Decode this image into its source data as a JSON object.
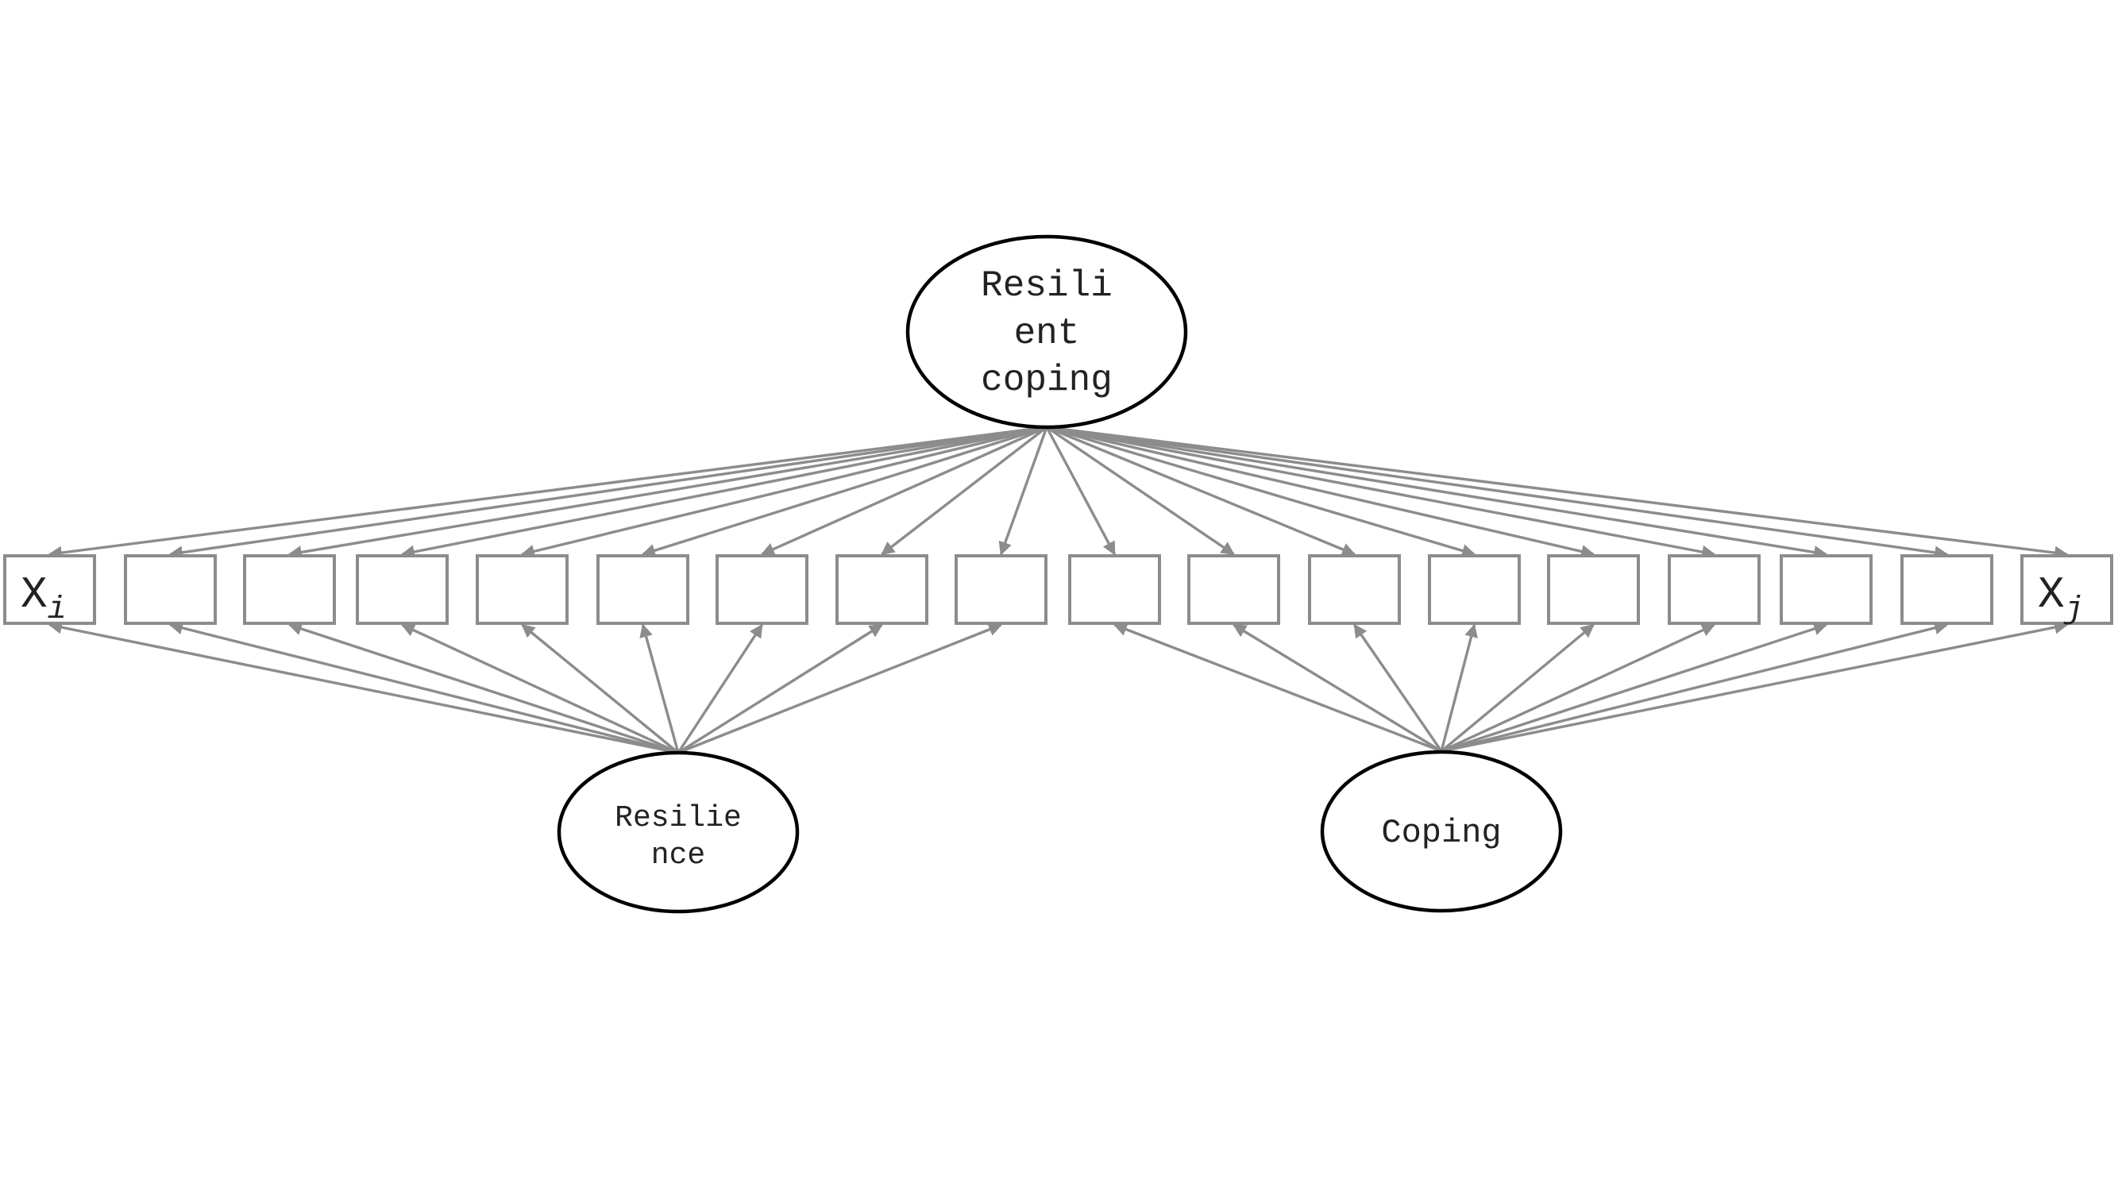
{
  "diagram": {
    "latents": {
      "general": {
        "label_lines": [
          "Resili",
          "ent",
          "coping"
        ]
      },
      "resilience": {
        "label_lines": [
          "Resilie",
          "nce"
        ]
      },
      "coping": {
        "label_lines": [
          "Coping"
        ]
      }
    },
    "indicators": [
      {
        "main": "X",
        "sub": "i"
      },
      {
        "main": "",
        "sub": ""
      },
      {
        "main": "",
        "sub": ""
      },
      {
        "main": "",
        "sub": ""
      },
      {
        "main": "",
        "sub": ""
      },
      {
        "main": "",
        "sub": ""
      },
      {
        "main": "",
        "sub": ""
      },
      {
        "main": "",
        "sub": ""
      },
      {
        "main": "",
        "sub": ""
      },
      {
        "main": "",
        "sub": ""
      },
      {
        "main": "",
        "sub": ""
      },
      {
        "main": "",
        "sub": ""
      },
      {
        "main": "",
        "sub": ""
      },
      {
        "main": "",
        "sub": ""
      },
      {
        "main": "",
        "sub": ""
      },
      {
        "main": "",
        "sub": ""
      },
      {
        "main": "",
        "sub": ""
      },
      {
        "main": "X",
        "sub": "j"
      }
    ],
    "loadings": {
      "general": [
        0,
        1,
        2,
        3,
        4,
        5,
        6,
        7,
        8,
        9,
        10,
        11,
        12,
        13,
        14,
        15,
        16,
        17
      ],
      "resilience": [
        0,
        1,
        2,
        3,
        4,
        5,
        6,
        7,
        8
      ],
      "coping": [
        9,
        10,
        11,
        12,
        13,
        14,
        15,
        16,
        17
      ]
    },
    "colors": {
      "arrow": "#8c8c8c",
      "indicator_border": "#8c8c8c",
      "latent_border": "#000000"
    }
  }
}
